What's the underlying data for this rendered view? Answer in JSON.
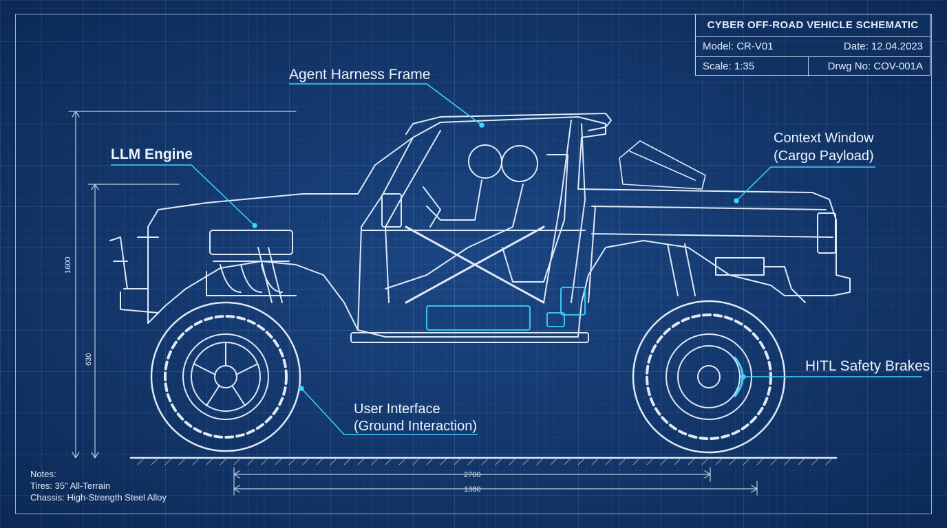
{
  "title_block": {
    "title": "CYBER OFF-ROAD VEHICLE SCHEMATIC",
    "model": "Model: CR-V01",
    "date": "Date: 12.04.2023",
    "scale": "Scale:  1:35",
    "drawing_no": "Drwg No: COV-001A"
  },
  "callouts": {
    "agent_harness": "Agent Harness Frame",
    "llm_engine": "LLM Engine",
    "context_line1": "Context Window",
    "context_line2": "(Cargo Payload)",
    "hitl": "HITL Safety Brakes",
    "ui_line1": "User Interface",
    "ui_line2": "(Ground Interaction)"
  },
  "dimensions": {
    "height_total": "1600",
    "height_lower": "630",
    "length_wheelbase": "2700",
    "length_other": "1380"
  },
  "notes": {
    "heading": "Notes:",
    "tires": "Tires: 35\" All-Terrain",
    "chassis": "Chassis: High-Strength Steel Alloy"
  },
  "colors": {
    "background": "#133a72",
    "line": "#dfe9f7",
    "accent": "#3fd3ff"
  }
}
